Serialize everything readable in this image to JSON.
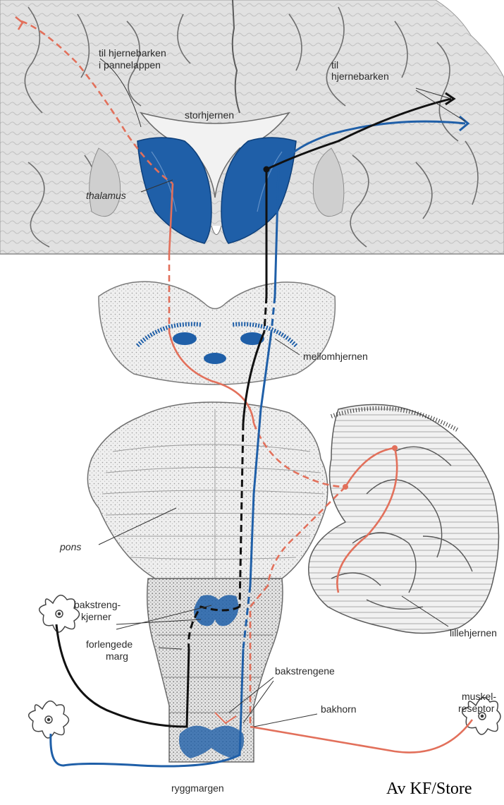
{
  "labels": {
    "til_hjernebarken_pannelappen_1": "til hjernebarken",
    "til_hjernebarken_pannelappen_2": "i pannelappen",
    "til_1": "til",
    "til_2": "hjernebarken",
    "storhjernen": "storhjernen",
    "thalamus": "thalamus",
    "mellomhjernen": "mellomhjernen",
    "pons": "pons",
    "bakstrengkjerner_1": "bakstreng-",
    "bakstrengkjerner_2": "kjerner",
    "lillehjernen": "lillehjernen",
    "forlengede_marg_1": "forlengede",
    "forlengede_marg_2": "marg",
    "bakstrengene": "bakstrengene",
    "bakhorn": "bakhorn",
    "muskelreseptor_1": "muskel-",
    "muskelreseptor_2": "reseptor",
    "ryggmargen": "ryggmargen"
  },
  "credit": "Av KF/Store",
  "colors": {
    "blue": "#1f5fa8",
    "blue_dark": "#0d3f7a",
    "orange": "#e2705b",
    "black": "#111111",
    "tissue": "#dcdcdc",
    "tissue_line": "#8c8c8c",
    "background": "#ffffff"
  }
}
